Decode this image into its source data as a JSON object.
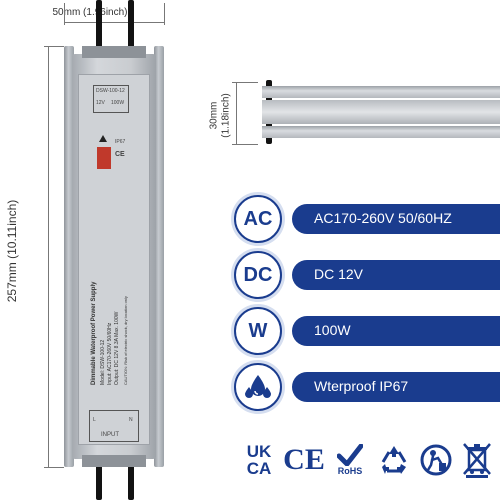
{
  "dimensions": {
    "width": "50mm (1.96inch)",
    "length": "257mm (10.11inch)",
    "height_mm": "30mm",
    "height_in": "(1.18inch)"
  },
  "device_label": {
    "title": "Dimmable Waterproof Power Supply",
    "model": "Model: DSW-100-12",
    "input": "Input: AC170-260V 50/60Hz",
    "output": "Output: DC 12V 8.3A Max. 100W",
    "caution": "CAUTION: Risk of electric shock, dry location only",
    "input_terminal": "INPUT",
    "terminal_l": "L",
    "terminal_n": "N",
    "ip_rating": "IP67",
    "top_label_1": "DSW-100-12",
    "top_label_2": "12V",
    "top_label_3": "100W"
  },
  "specs": [
    {
      "abbr": "AC",
      "value": "AC170-260V 50/60HZ",
      "icon": "ac-text"
    },
    {
      "abbr": "DC",
      "value": "DC 12V",
      "icon": "dc-text"
    },
    {
      "abbr": "W",
      "value": "100W",
      "icon": "watt-text"
    },
    {
      "abbr": "",
      "value": "Wterproof IP67",
      "icon": "water-drops-icon"
    }
  ],
  "certifications": {
    "ukca_top": "UK",
    "ukca_bottom": "CA",
    "ce": "CE",
    "rohs": "RoHS",
    "icons": [
      "ukca-mark",
      "ce-mark",
      "rohs-check-icon",
      "recycle-icon",
      "tidyman-icon",
      "weee-bin-icon"
    ]
  },
  "colors": {
    "brand_blue": "#1a3c8e",
    "housing_gray": "#c9ccd0",
    "cable_black": "#121212"
  }
}
